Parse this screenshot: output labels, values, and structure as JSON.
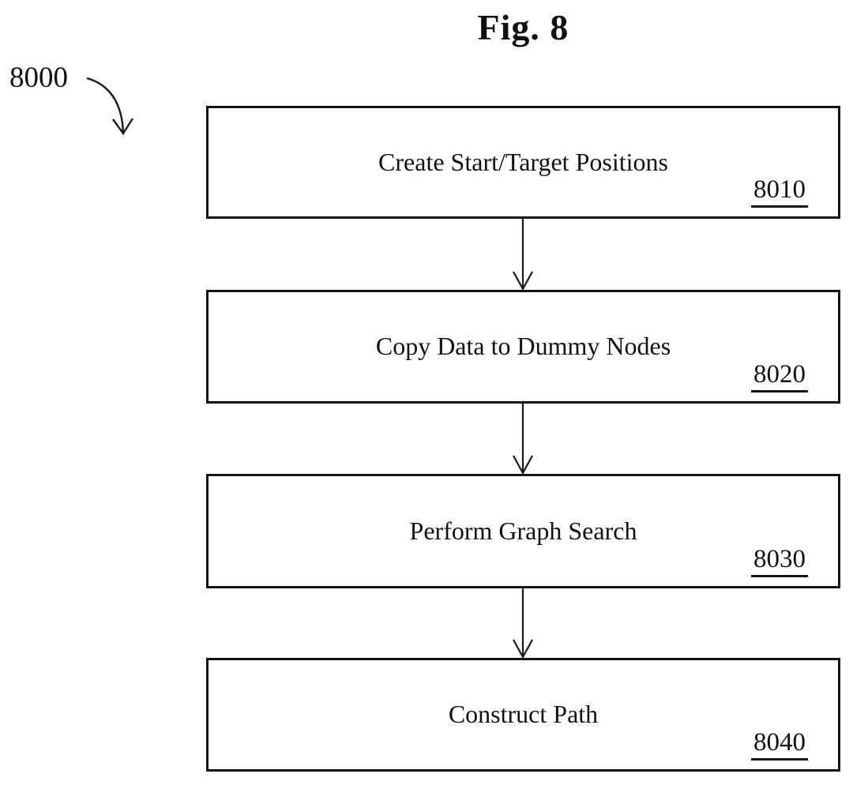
{
  "figure": {
    "title": "Fig. 8",
    "reference_label": "8000"
  },
  "flowchart": {
    "steps": [
      {
        "label": "Create Start/Target Positions",
        "ref": "8010"
      },
      {
        "label": "Copy Data to Dummy Nodes",
        "ref": "8020"
      },
      {
        "label": "Perform Graph Search",
        "ref": "8030"
      },
      {
        "label": "Construct Path",
        "ref": "8040"
      }
    ]
  }
}
